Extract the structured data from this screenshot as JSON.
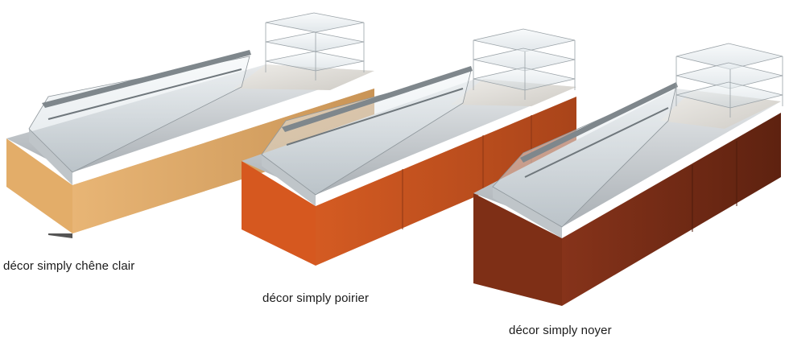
{
  "products": [
    {
      "caption": "décor simply chêne clair",
      "finish_color": "#d9a566"
    },
    {
      "caption": "décor simply poirier",
      "finish_color": "#c4501c"
    },
    {
      "caption": "décor simply noyer",
      "finish_color": "#7a2d14"
    }
  ],
  "colors": {
    "background": "#ffffff",
    "steel": "#b9bfc4",
    "glass": "#e6eef2",
    "marble": "#dcdad6"
  }
}
